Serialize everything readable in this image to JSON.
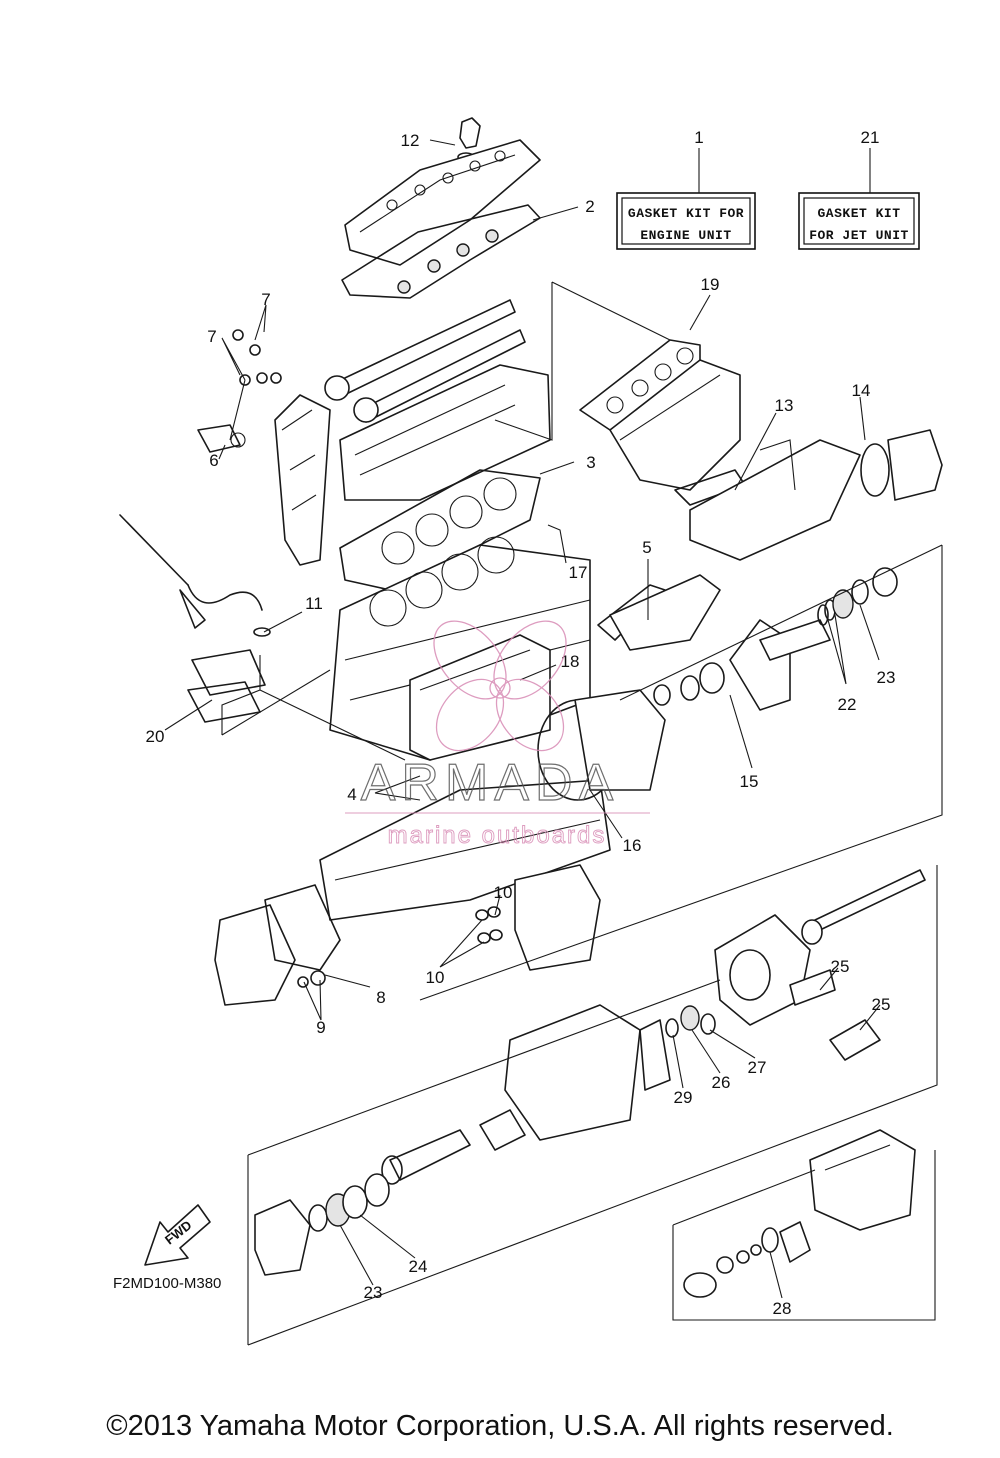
{
  "callouts": [
    {
      "id": "c1",
      "label": "1"
    },
    {
      "id": "c2",
      "label": "2"
    },
    {
      "id": "c3",
      "label": "3"
    },
    {
      "id": "c4",
      "label": "4"
    },
    {
      "id": "c5",
      "label": "5"
    },
    {
      "id": "c6",
      "label": "6"
    },
    {
      "id": "c7a",
      "label": "7"
    },
    {
      "id": "c7b",
      "label": "7"
    },
    {
      "id": "c8",
      "label": "8"
    },
    {
      "id": "c9",
      "label": "9"
    },
    {
      "id": "c10a",
      "label": "10"
    },
    {
      "id": "c10b",
      "label": "10"
    },
    {
      "id": "c11",
      "label": "11"
    },
    {
      "id": "c12",
      "label": "12"
    },
    {
      "id": "c13",
      "label": "13"
    },
    {
      "id": "c14",
      "label": "14"
    },
    {
      "id": "c15",
      "label": "15"
    },
    {
      "id": "c16",
      "label": "16"
    },
    {
      "id": "c17",
      "label": "17"
    },
    {
      "id": "c18",
      "label": "18"
    },
    {
      "id": "c19",
      "label": "19"
    },
    {
      "id": "c20",
      "label": "20"
    },
    {
      "id": "c21",
      "label": "21"
    },
    {
      "id": "c22",
      "label": "22"
    },
    {
      "id": "c23a",
      "label": "23"
    },
    {
      "id": "c23b",
      "label": "23"
    },
    {
      "id": "c24",
      "label": "24"
    },
    {
      "id": "c25a",
      "label": "25"
    },
    {
      "id": "c25b",
      "label": "25"
    },
    {
      "id": "c26",
      "label": "26"
    },
    {
      "id": "c27",
      "label": "27"
    },
    {
      "id": "c28",
      "label": "28"
    },
    {
      "id": "c29",
      "label": "29"
    }
  ],
  "kit_boxes": {
    "engine": {
      "line1": "GASKET KIT FOR",
      "line2": "ENGINE UNIT"
    },
    "jet": {
      "line1": "GASKET KIT",
      "line2": "FOR JET UNIT"
    }
  },
  "fwd_arrow": {
    "label": "FWD"
  },
  "diagram_code": "F2MD100-M380",
  "watermark": {
    "brand": "ARMADA",
    "tagline": "marine outboards",
    "color": "#d88bb5"
  },
  "copyright": "©2013 Yamaha Motor Corporation, U.S.A. All rights reserved."
}
